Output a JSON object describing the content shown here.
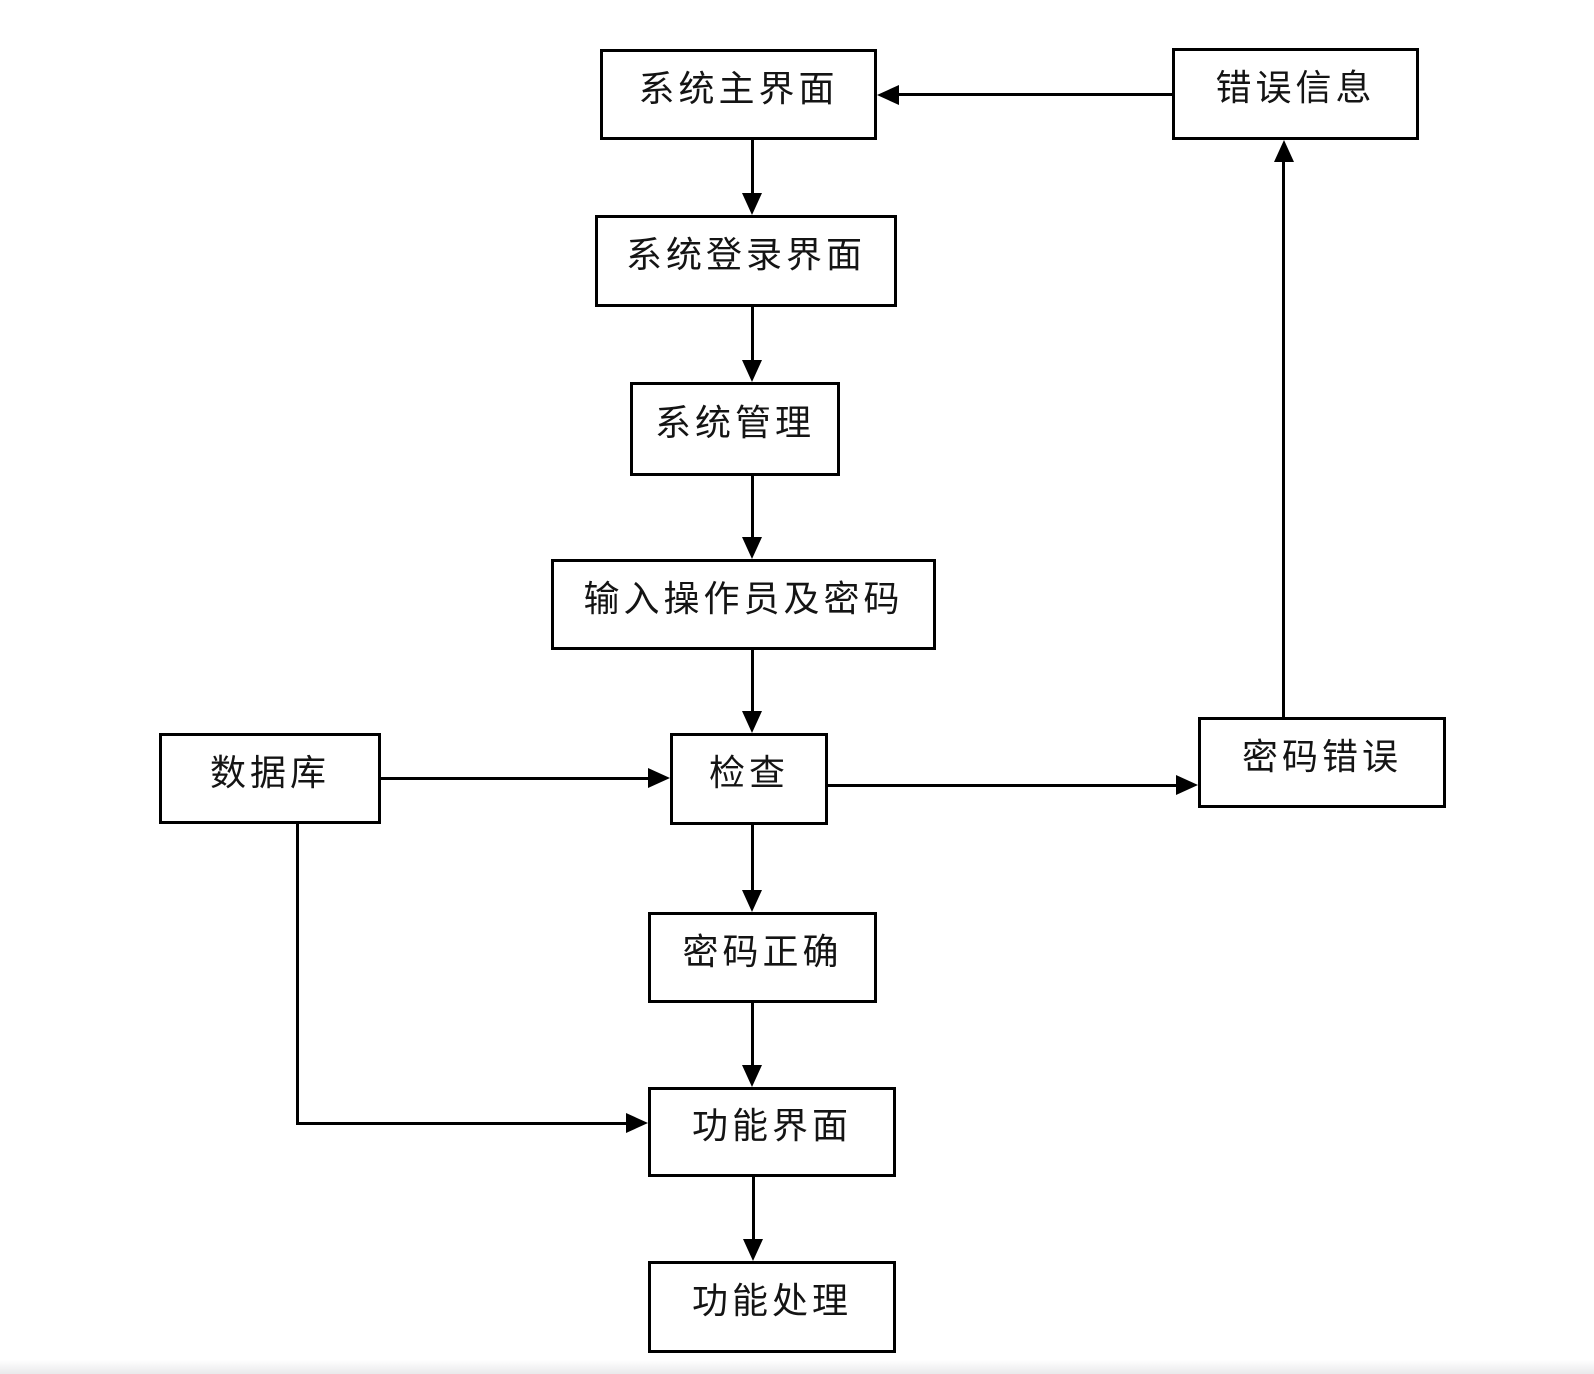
{
  "diagram": {
    "background_color": "#ffffff",
    "box_border_color": "#000000",
    "line_color": "#000000",
    "text_color": "#141414",
    "nodes": [
      {
        "id": "main-interface",
        "label": "系统主界面"
      },
      {
        "id": "error-info",
        "label": "错误信息"
      },
      {
        "id": "login-interface",
        "label": "系统登录界面"
      },
      {
        "id": "system-management",
        "label": "系统管理"
      },
      {
        "id": "input-operator",
        "label": "输入操作员及密码"
      },
      {
        "id": "database",
        "label": "数据库"
      },
      {
        "id": "check",
        "label": "检查"
      },
      {
        "id": "password-error",
        "label": "密码错误"
      },
      {
        "id": "password-correct",
        "label": "密码正确"
      },
      {
        "id": "function-interface",
        "label": "功能界面"
      },
      {
        "id": "function-processing",
        "label": "功能处理"
      }
    ],
    "edges": [
      {
        "from": "main-interface",
        "to": "login-interface"
      },
      {
        "from": "login-interface",
        "to": "system-management"
      },
      {
        "from": "system-management",
        "to": "input-operator"
      },
      {
        "from": "input-operator",
        "to": "check"
      },
      {
        "from": "database",
        "to": "check"
      },
      {
        "from": "check",
        "to": "password-error"
      },
      {
        "from": "password-error",
        "to": "error-info"
      },
      {
        "from": "error-info",
        "to": "main-interface"
      },
      {
        "from": "check",
        "to": "password-correct"
      },
      {
        "from": "password-correct",
        "to": "function-interface"
      },
      {
        "from": "database",
        "to": "function-interface"
      },
      {
        "from": "function-interface",
        "to": "function-processing"
      }
    ]
  }
}
